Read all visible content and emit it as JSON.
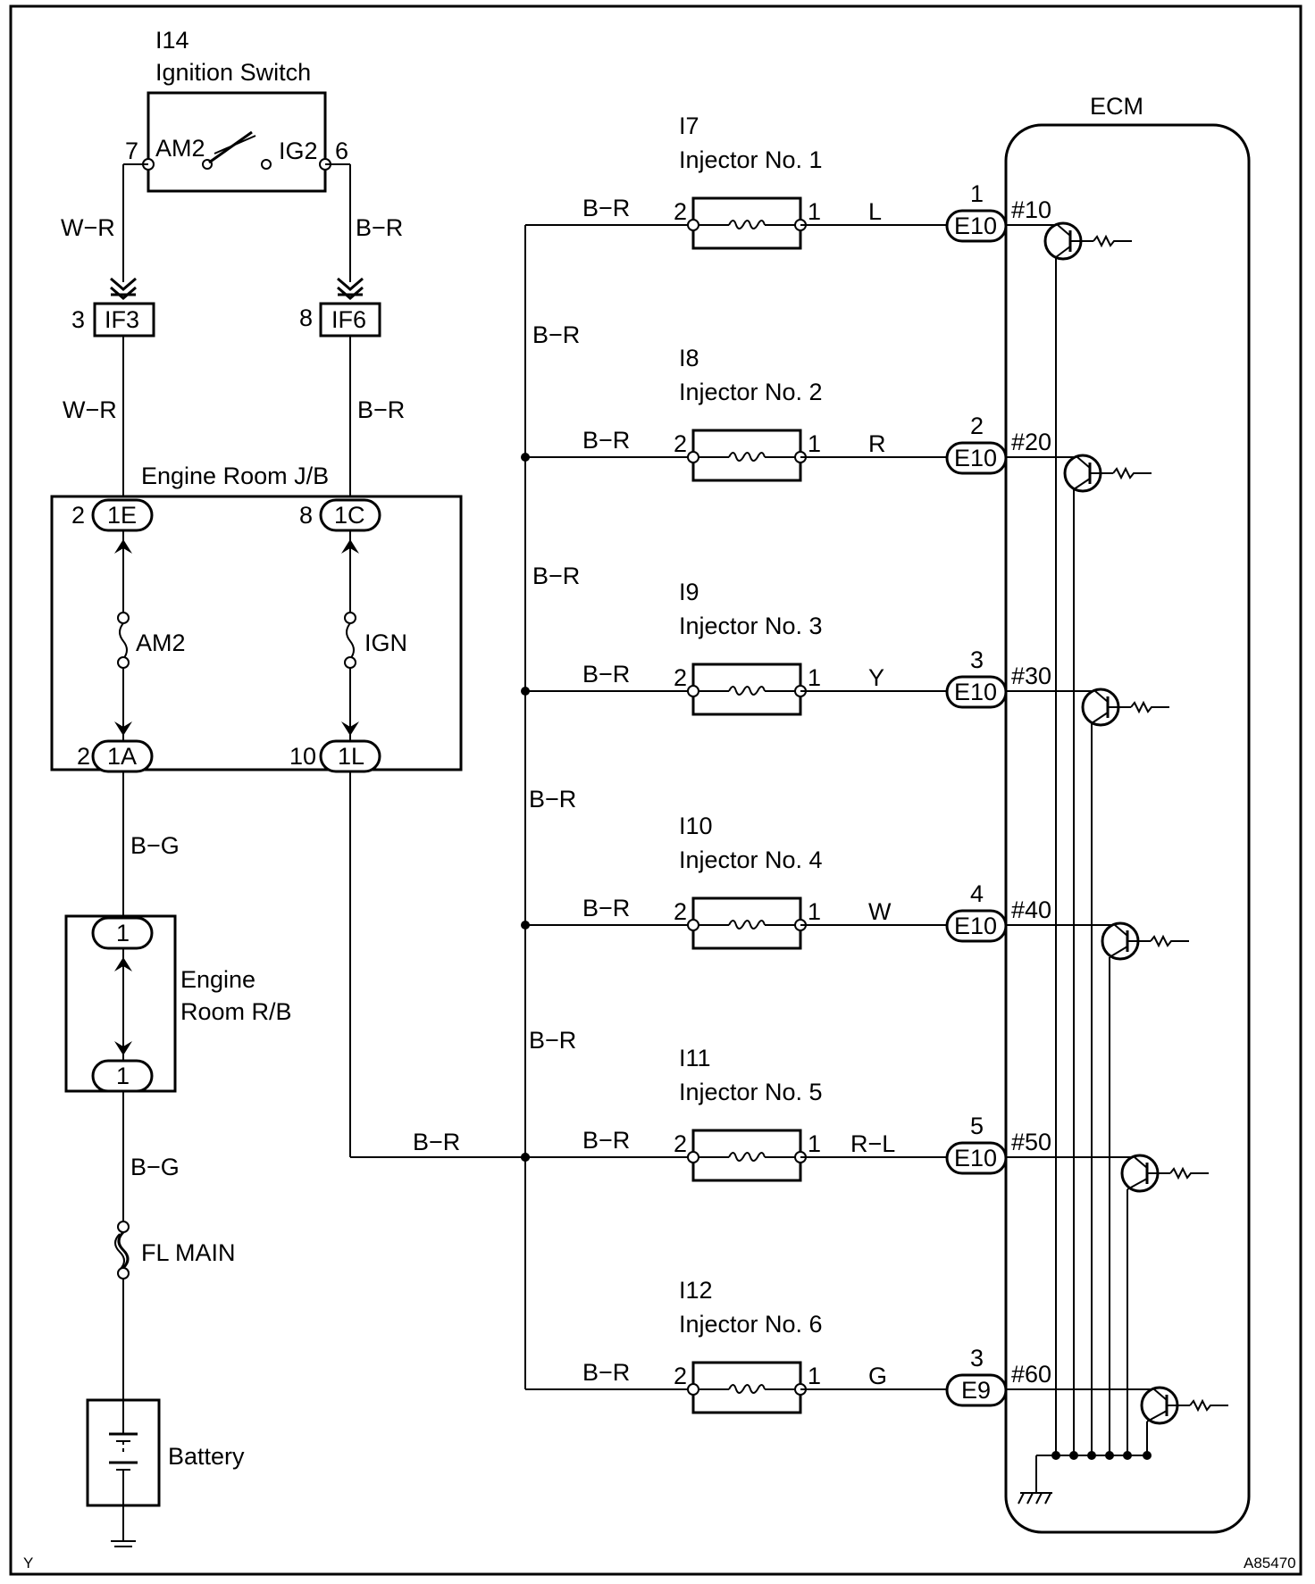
{
  "ignition_switch": {
    "code": "I14",
    "name": "Ignition Switch",
    "pin_left": "7",
    "pin_right": "6",
    "terminal_left": "AM2",
    "terminal_right": "IG2"
  },
  "wires": {
    "ig_left_top": "W−R",
    "ig_right_top": "B−R",
    "ig_left_bottom": "W−R",
    "ig_right_bottom": "B−R",
    "jb_to_rb": "B−G",
    "rb_to_fl": "B−G",
    "ign_to_bus": "B−R"
  },
  "connectors": {
    "if3": {
      "label": "IF3",
      "pin": "3"
    },
    "if6": {
      "label": "IF6",
      "pin": "8"
    }
  },
  "engine_room_jb": {
    "title": "Engine Room J/B",
    "c1e": {
      "label": "1E",
      "pin": "2"
    },
    "c1c": {
      "label": "1C",
      "pin": "8"
    },
    "c1a": {
      "label": "1A",
      "pin": "2"
    },
    "c1l": {
      "label": "1L",
      "pin": "10"
    },
    "fuse_am2": "AM2",
    "fuse_ign": "IGN"
  },
  "engine_room_rb": {
    "title_line1": "Engine",
    "title_line2": "Room R/B",
    "pin_top": "1",
    "pin_bottom": "1"
  },
  "fl_main": "FL MAIN",
  "battery": "Battery",
  "bus_labels": [
    "B−R",
    "B−R",
    "B−R",
    "B−R"
  ],
  "injectors": [
    {
      "code": "I7",
      "name": "Injector No. 1",
      "in_wire": "B−R",
      "pin_in": "2",
      "pin_out": "1",
      "out_wire": "L",
      "ecm_pin": "1",
      "ecm_conn": "E10",
      "signal": "#10"
    },
    {
      "code": "I8",
      "name": "Injector No. 2",
      "in_wire": "B−R",
      "pin_in": "2",
      "pin_out": "1",
      "out_wire": "R",
      "ecm_pin": "2",
      "ecm_conn": "E10",
      "signal": "#20"
    },
    {
      "code": "I9",
      "name": "Injector No. 3",
      "in_wire": "B−R",
      "pin_in": "2",
      "pin_out": "1",
      "out_wire": "Y",
      "ecm_pin": "3",
      "ecm_conn": "E10",
      "signal": "#30"
    },
    {
      "code": "I10",
      "name": "Injector No. 4",
      "in_wire": "B−R",
      "pin_in": "2",
      "pin_out": "1",
      "out_wire": "W",
      "ecm_pin": "4",
      "ecm_conn": "E10",
      "signal": "#40"
    },
    {
      "code": "I11",
      "name": "Injector No. 5",
      "in_wire": "B−R",
      "pin_in": "2",
      "pin_out": "1",
      "out_wire": "R−L",
      "ecm_pin": "5",
      "ecm_conn": "E10",
      "signal": "#50"
    },
    {
      "code": "I12",
      "name": "Injector No. 6",
      "in_wire": "B−R",
      "pin_in": "2",
      "pin_out": "1",
      "out_wire": "G",
      "ecm_pin": "3",
      "ecm_conn": "E9",
      "signal": "#60"
    }
  ],
  "ecm": {
    "title": "ECM"
  },
  "footer": {
    "left": "Y",
    "right": "A85470"
  }
}
